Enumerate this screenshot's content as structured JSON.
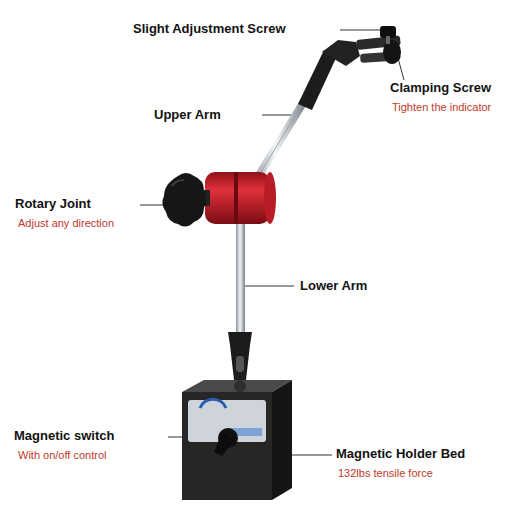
{
  "diagram": {
    "labels": [
      "Slight Adjustment Screw",
      "Clamping Screw",
      "Tighten the indicator",
      "Upper Arm",
      "Rotary Joint",
      "Adjust any direction",
      "Lower Arm",
      "Magnetic switch",
      "With on/off control",
      "Magnetic Holder Bed",
      "132lbs tensile force"
    ]
  }
}
